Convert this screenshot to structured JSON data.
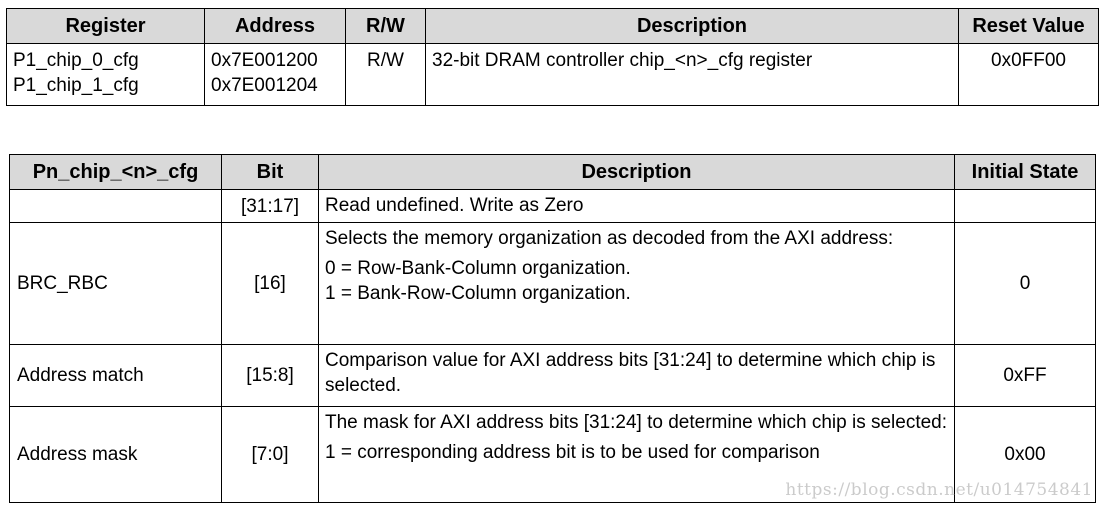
{
  "register_table": {
    "headers": [
      "Register",
      "Address",
      "R/W",
      "Description",
      "Reset Value"
    ],
    "row": {
      "registers": [
        "P1_chip_0_cfg",
        "P1_chip_1_cfg"
      ],
      "addresses": [
        "0x7E001200",
        "0x7E001204"
      ],
      "rw": "R/W",
      "description": "32-bit DRAM controller chip_<n>_cfg register",
      "reset_value": "0x0FF00"
    }
  },
  "fields_table": {
    "headers": [
      "Pn_chip_<n>_cfg",
      "Bit",
      "Description",
      "Initial State"
    ],
    "rows": [
      {
        "name": "",
        "bit": "[31:17]",
        "desc": [
          "Read undefined. Write as Zero"
        ],
        "init": ""
      },
      {
        "name": "BRC_RBC",
        "bit": "[16]",
        "desc": [
          "Selects the memory organization as decoded from the AXI address:",
          "0 = Row-Bank-Column organization.",
          "1 = Bank-Row-Column organization."
        ],
        "init": "0"
      },
      {
        "name": "Address match",
        "bit": "[15:8]",
        "desc": [
          "Comparison value for AXI address bits [31:24] to determine which chip is selected."
        ],
        "init": "0xFF"
      },
      {
        "name": "Address mask",
        "bit": "[7:0]",
        "desc": [
          "The mask for AXI address bits [31:24] to determine which chip is selected:",
          "1 = corresponding address bit is to be used for comparison"
        ],
        "init": "0x00"
      }
    ]
  },
  "watermark": "https://blog.csdn.net/u014754841"
}
